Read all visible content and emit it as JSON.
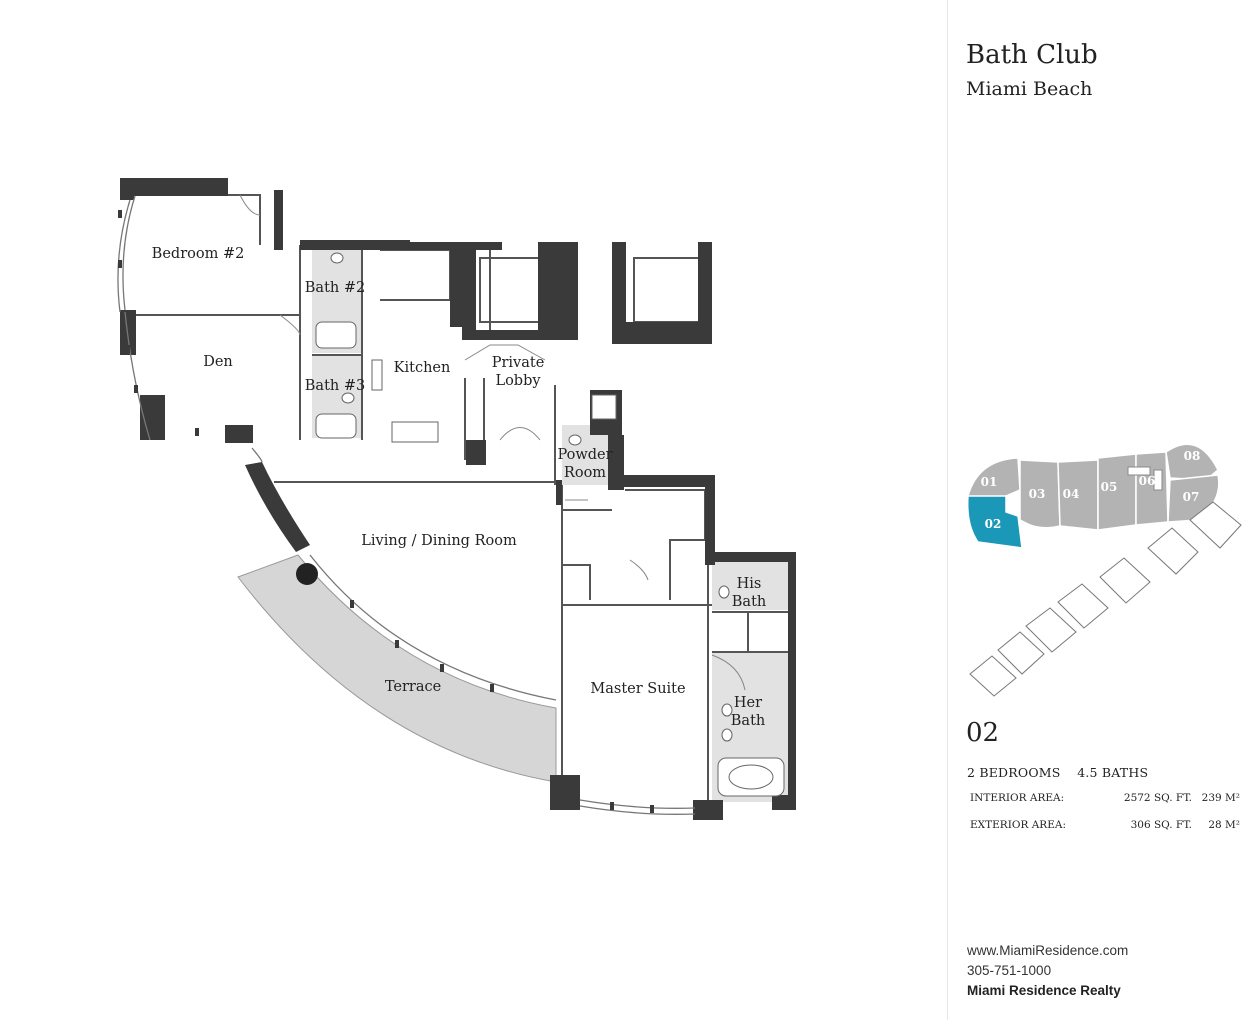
{
  "building": {
    "name": "Bath Club",
    "location": "Miami Beach"
  },
  "rooms": {
    "bedroom2": "Bedroom #2",
    "den": "Den",
    "bath2": "Bath #2",
    "bath3": "Bath #3",
    "kitchen": "Kitchen",
    "private_lobby_1": "Private",
    "private_lobby_2": "Lobby",
    "powder_1": "Powder",
    "powder_2": "Room",
    "living": "Living / Dining Room",
    "terrace": "Terrace",
    "master": "Master Suite",
    "his_1": "His",
    "his_2": "Bath",
    "her_1": "Her",
    "her_2": "Bath"
  },
  "keyplan": {
    "units": [
      "01",
      "02",
      "03",
      "04",
      "05",
      "06",
      "07",
      "08"
    ],
    "highlight": "02",
    "highlight_color": "#1b97b8",
    "unit_color": "#b3b3b3"
  },
  "unit": {
    "number": "02",
    "summary": "2 BEDROOMS    4.5 BATHS",
    "interior": {
      "label": "INTERIOR AREA:",
      "sqft": "2572 SQ. FT.",
      "m2": "239 M²"
    },
    "exterior": {
      "label": "EXTERIOR AREA:",
      "sqft": "306 SQ. FT.",
      "m2": "28 M²"
    }
  },
  "contact": {
    "website": "www.MiamiResidence.com",
    "phone": "305-751-1000",
    "company": "Miami Residence Realty"
  },
  "colors": {
    "wall": "#3a3a3a",
    "terrace": "#d6d6d6",
    "wet_area": "#e2e2e2"
  }
}
